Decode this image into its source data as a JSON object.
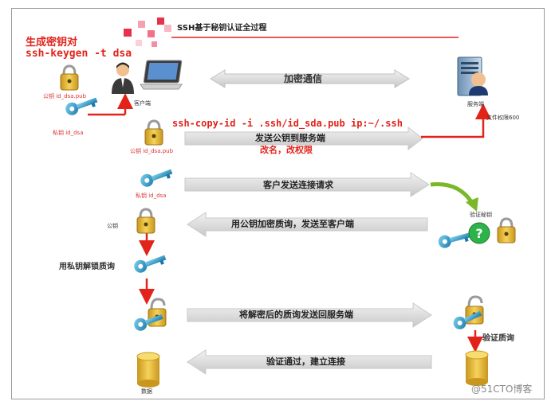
{
  "title": "SSH基于秘钥认证全过程",
  "client": {
    "label": "客户端",
    "pub_key_label": "公钥 id_dsa.pub",
    "priv_key_label": "私钥 id_dsa"
  },
  "server": {
    "label": "服务端",
    "file_permission": "文件权限600"
  },
  "channel": {
    "label": "加密通信"
  },
  "steps": {
    "keygen": {
      "heading": "生成密钥对",
      "command": "ssh-keygen -t dsa"
    },
    "copy_id": {
      "command": "ssh-copy-id -i .ssh/id_sda.pub ip:~/.ssh",
      "arrow_label": "发送公钥到服务端",
      "note": "改名，改权限",
      "file_label": "公钥 id_dsa.pub"
    },
    "connect": {
      "arrow_label": "客户发送连接请求",
      "file_label": "私钥 id_dsa"
    },
    "challenge": {
      "arrow_label": "用公钥加密质询，发送至客户端",
      "client_label": "公钥",
      "server_label": "验证秘钥"
    },
    "decrypt": {
      "label": "用私钥解锁质询"
    },
    "return": {
      "arrow_label": "将解密后的质询发送回服务端",
      "server_label": "验证质询"
    },
    "verify": {
      "arrow_label": "验证通过，建立连接",
      "data_label": "数据"
    }
  },
  "watermark": "@51CTO博客",
  "colors": {
    "accent_red": "#e2231a",
    "key_blue": "#1a78a8",
    "lock_gold": "#f5d35a",
    "check_green": "#2eb34a"
  }
}
